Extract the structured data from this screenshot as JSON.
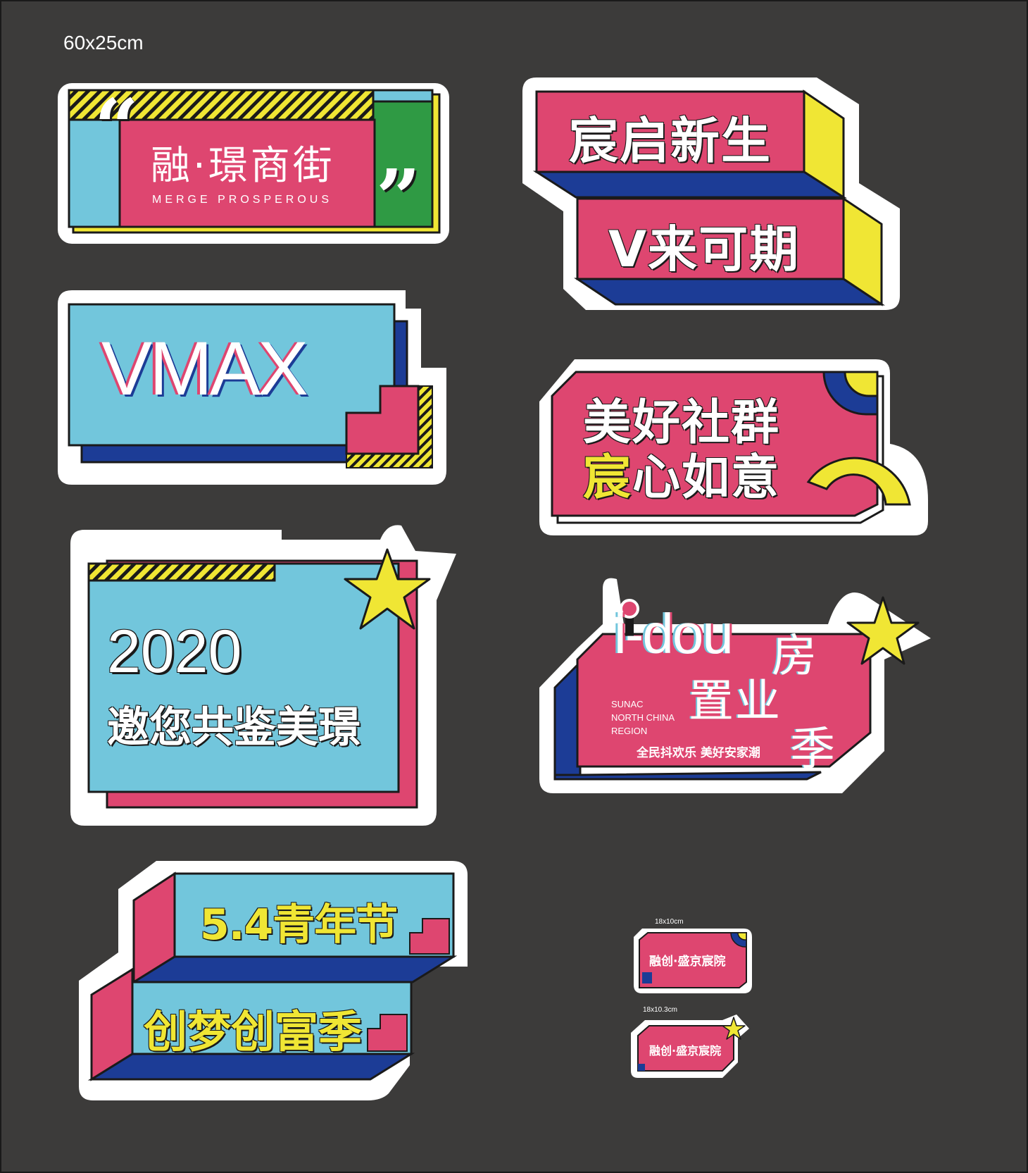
{
  "size_label": "60x25cm",
  "colors": {
    "pink": "#de4670",
    "cyan": "#72c6dc",
    "yellow": "#f0e634",
    "navy": "#1c3c96",
    "green": "#2f9a44",
    "dark": "#1a1a1a",
    "white": "#ffffff",
    "background": "#3c3b3a"
  },
  "sticker1": {
    "title": "融·璟商街",
    "subtitle": "MERGE PROSPEROUS",
    "open_quote": "“",
    "close_quote": "”"
  },
  "sticker2": {
    "line1": "宸启新生",
    "line2": "V来可期"
  },
  "sticker3": {
    "logo": "VMAX"
  },
  "sticker4": {
    "line1": "美好社群",
    "line2_highlight": "宸",
    "line2_rest": "心如意"
  },
  "sticker5": {
    "year": "2020",
    "line": "邀您共鉴美璟"
  },
  "sticker6": {
    "brand": "i-dou",
    "title_top": "房",
    "title_middle": "置业",
    "title_bottom": "季",
    "en1": "SUNAC",
    "en2": "NORTH CHINA",
    "en3": "REGION",
    "slogan": "全民抖欢乐 美好安家潮"
  },
  "sticker7": {
    "line1": "5.4青年节",
    "line2": "创梦创富季"
  },
  "mini1": {
    "size": "18x10cm",
    "text": "融创·盛京宸院"
  },
  "mini2": {
    "size": "18x10.3cm",
    "text": "融创·盛京宸院"
  }
}
